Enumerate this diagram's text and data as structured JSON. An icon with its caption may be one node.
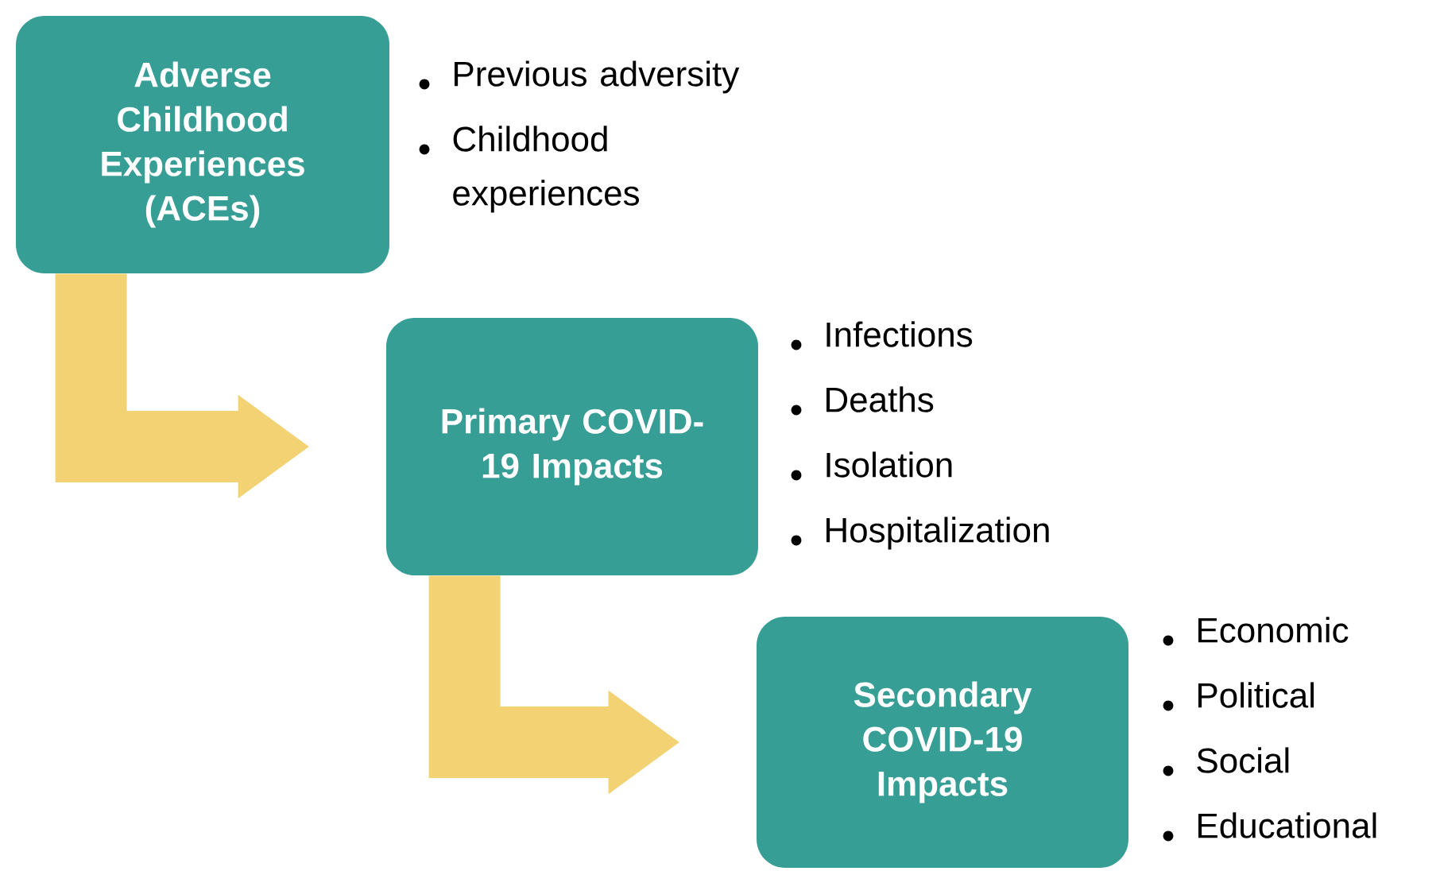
{
  "diagram": {
    "nodes": [
      {
        "text": [
          "Adverse Childhood Experiences (ACEs)"
        ],
        "beside": [
          "Previous adversity",
          "Childhood experiences"
        ]
      },
      {
        "text": [
          "Primary COVID-19 Impacts"
        ],
        "beside": [
          "Infections",
          "Deaths",
          "Isolation",
          "Hospitalization"
        ]
      },
      {
        "text": [
          "Secondary COVID-19 Impacts"
        ],
        "beside": [
          "Economic",
          "Political",
          "Social",
          "Educational"
        ]
      }
    ],
    "edges": [
      {
        "from": 0,
        "to": 1,
        "arrow": "to"
      },
      {
        "from": 1,
        "to": 2,
        "arrow": "to"
      }
    ]
  }
}
